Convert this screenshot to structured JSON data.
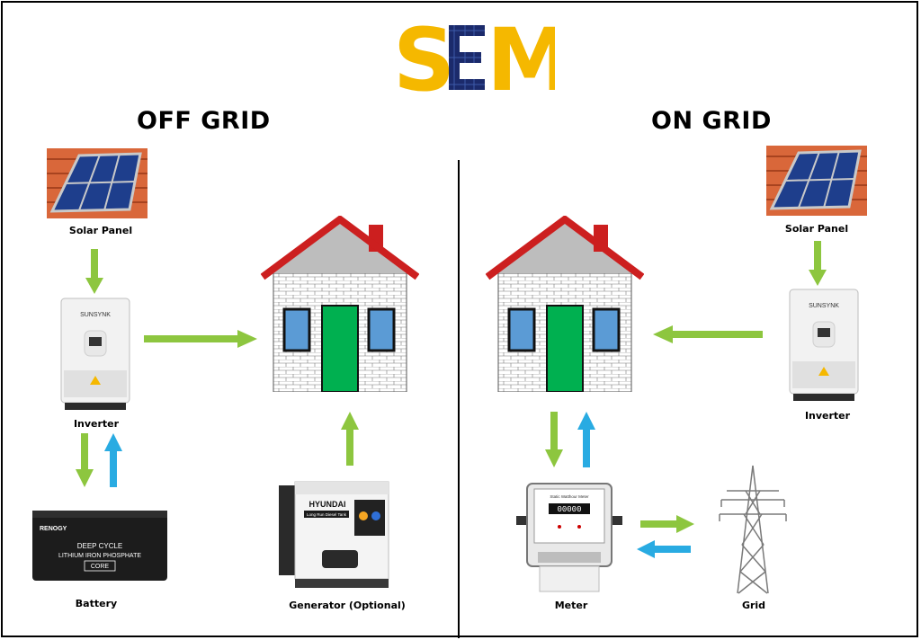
{
  "logo": {
    "text": "SEM",
    "colors": {
      "letters": "#F5B800",
      "panel": "#1B2A6B"
    }
  },
  "sections": {
    "off_grid": {
      "heading": "OFF GRID",
      "labels": {
        "solar_panel": "Solar Panel",
        "inverter": "Inverter",
        "battery": "Battery",
        "generator": "Generator (Optional)"
      }
    },
    "on_grid": {
      "heading": "ON GRID",
      "labels": {
        "solar_panel": "Solar Panel",
        "inverter": "Inverter",
        "meter": "Meter",
        "grid": "Grid"
      }
    }
  },
  "device_text": {
    "inverter_brand": "SUNSYNK",
    "battery_brand": "RENOGY",
    "battery_line1": "DEEP CYCLE",
    "battery_line2": "LITHIUM IRON PHOSPHATE",
    "battery_badge": "CORE",
    "generator_brand": "HYUNDAI",
    "generator_tag": "Long Run Diesel Tank",
    "meter_title": "Static Watthour Meter",
    "meter_digits": "00000"
  },
  "colors": {
    "arrow_green": "#8DC63F",
    "arrow_blue": "#29ABE2",
    "roof": "#CC1F1F",
    "door": "#00B050",
    "window": "#5B9BD5"
  }
}
